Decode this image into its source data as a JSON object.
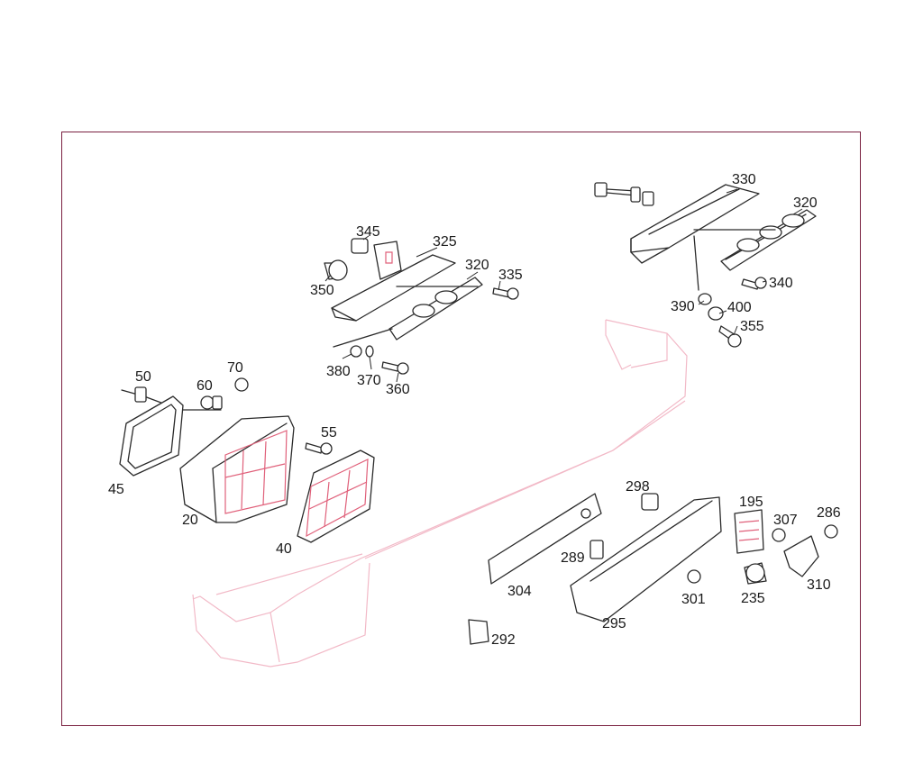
{
  "diagram": {
    "accent_color": "#e0607a",
    "ghost_color": "#f2b9c7",
    "frame_color": "#7a2040",
    "callouts": {
      "c330": "330",
      "c320a": "320",
      "c340": "340",
      "c390": "390",
      "c400": "400",
      "c355": "355",
      "c345": "345",
      "c325": "325",
      "c320b": "320",
      "c335": "335",
      "c350": "350",
      "c380": "380",
      "c370": "370",
      "c360": "360",
      "c50": "50",
      "c60": "60",
      "c70": "70",
      "c55": "55",
      "c45": "45",
      "c20": "20",
      "c40": "40",
      "c298": "298",
      "c195": "195",
      "c307": "307",
      "c286": "286",
      "c289": "289",
      "c304": "304",
      "c301": "301",
      "c235": "235",
      "c310": "310",
      "c295": "295",
      "c292": "292"
    }
  }
}
